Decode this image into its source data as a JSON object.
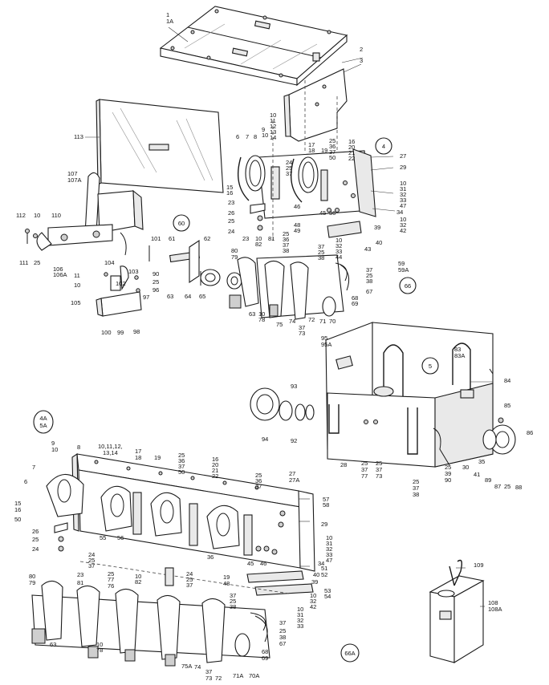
{
  "figure": {
    "labels": [
      {
        "id": "l1",
        "text": "1"
      },
      {
        "id": "l1a",
        "text": "1A"
      },
      {
        "id": "l2",
        "text": "2"
      },
      {
        "id": "l3",
        "text": "3"
      },
      {
        "id": "l113",
        "text": "113"
      },
      {
        "id": "l10a",
        "text": "10"
      },
      {
        "id": "l11a",
        "text": "11"
      },
      {
        "id": "l12a",
        "text": "12"
      },
      {
        "id": "l13a",
        "text": "13"
      },
      {
        "id": "l14a",
        "text": "14"
      },
      {
        "id": "l6a",
        "text": "6"
      },
      {
        "id": "l7a",
        "text": "7"
      },
      {
        "id": "l8a",
        "text": "8"
      },
      {
        "id": "l9a",
        "text": "9"
      },
      {
        "id": "l10b",
        "text": "10"
      },
      {
        "id": "l25a",
        "text": "25"
      },
      {
        "id": "l36a",
        "text": "36"
      },
      {
        "id": "l37a",
        "text": "37"
      },
      {
        "id": "l50a",
        "text": "50"
      },
      {
        "id": "l16a",
        "text": "16"
      },
      {
        "id": "l20a",
        "text": "20"
      },
      {
        "id": "l21a",
        "text": "21"
      },
      {
        "id": "l22a",
        "text": "22"
      },
      {
        "id": "l17a",
        "text": "17"
      },
      {
        "id": "l18a",
        "text": "18"
      },
      {
        "id": "l19a",
        "text": "19"
      },
      {
        "id": "l27a",
        "text": "27"
      },
      {
        "id": "l29a",
        "text": "29"
      },
      {
        "id": "l10c",
        "text": "10"
      },
      {
        "id": "l31a",
        "text": "31"
      },
      {
        "id": "l32a",
        "text": "32"
      },
      {
        "id": "l33a",
        "text": "33"
      },
      {
        "id": "l47a",
        "text": "47"
      },
      {
        "id": "l34a",
        "text": "34"
      },
      {
        "id": "l15a",
        "text": "15"
      },
      {
        "id": "l16b",
        "text": "16"
      },
      {
        "id": "l24a",
        "text": "24"
      },
      {
        "id": "l25b",
        "text": "25"
      },
      {
        "id": "l37b",
        "text": "37"
      },
      {
        "id": "l23a",
        "text": "23"
      },
      {
        "id": "l26a",
        "text": "26"
      },
      {
        "id": "l25c",
        "text": "25"
      },
      {
        "id": "l24b",
        "text": "24"
      },
      {
        "id": "l46a",
        "text": "46"
      },
      {
        "id": "l45a",
        "text": "45"
      },
      {
        "id": "l36b",
        "text": "36"
      },
      {
        "id": "l48a",
        "text": "48"
      },
      {
        "id": "l49a",
        "text": "49"
      },
      {
        "id": "l10d",
        "text": "10"
      },
      {
        "id": "l32b",
        "text": "32"
      },
      {
        "id": "l42a",
        "text": "42"
      },
      {
        "id": "l39a",
        "text": "39"
      },
      {
        "id": "l40a",
        "text": "40"
      },
      {
        "id": "l25d",
        "text": "25"
      },
      {
        "id": "l36c",
        "text": "36"
      },
      {
        "id": "l37c",
        "text": "37"
      },
      {
        "id": "l38a",
        "text": "38"
      },
      {
        "id": "l10e",
        "text": "10"
      },
      {
        "id": "l32c",
        "text": "32"
      },
      {
        "id": "l33b",
        "text": "33"
      },
      {
        "id": "l44a",
        "text": "44"
      },
      {
        "id": "l43a",
        "text": "43"
      },
      {
        "id": "l107",
        "text": "107"
      },
      {
        "id": "l107a",
        "text": "107A"
      },
      {
        "id": "l112",
        "text": "112"
      },
      {
        "id": "l10f",
        "text": "10"
      },
      {
        "id": "l110",
        "text": "110"
      },
      {
        "id": "l111",
        "text": "111"
      },
      {
        "id": "l25e",
        "text": "25"
      },
      {
        "id": "l106",
        "text": "106"
      },
      {
        "id": "l106a",
        "text": "106A"
      },
      {
        "id": "l101",
        "text": "101"
      },
      {
        "id": "l61",
        "text": "61"
      },
      {
        "id": "l62",
        "text": "62"
      },
      {
        "id": "l104",
        "text": "104"
      },
      {
        "id": "l103",
        "text": "103"
      },
      {
        "id": "l11b",
        "text": "11"
      },
      {
        "id": "l10g",
        "text": "10"
      },
      {
        "id": "l102",
        "text": "102"
      },
      {
        "id": "l90",
        "text": "90"
      },
      {
        "id": "l25f",
        "text": "25"
      },
      {
        "id": "l96",
        "text": "96"
      },
      {
        "id": "l97",
        "text": "97"
      },
      {
        "id": "l105",
        "text": "105"
      },
      {
        "id": "l100",
        "text": "100"
      },
      {
        "id": "l99",
        "text": "99"
      },
      {
        "id": "l98",
        "text": "98"
      },
      {
        "id": "l63a",
        "text": "63"
      },
      {
        "id": "l64",
        "text": "64"
      },
      {
        "id": "l65",
        "text": "65"
      },
      {
        "id": "l23b",
        "text": "23"
      },
      {
        "id": "l80a",
        "text": "80"
      },
      {
        "id": "l79a",
        "text": "79"
      },
      {
        "id": "l10h",
        "text": "10"
      },
      {
        "id": "l82a",
        "text": "82"
      },
      {
        "id": "l81a",
        "text": "81"
      },
      {
        "id": "l37d",
        "text": "37"
      },
      {
        "id": "l25g",
        "text": "25"
      },
      {
        "id": "l38b",
        "text": "38"
      },
      {
        "id": "l37e",
        "text": "37"
      },
      {
        "id": "l25h",
        "text": "25"
      },
      {
        "id": "l38c",
        "text": "38"
      },
      {
        "id": "l67a",
        "text": "67"
      },
      {
        "id": "l68a",
        "text": "68"
      },
      {
        "id": "l69a",
        "text": "69"
      },
      {
        "id": "l63b",
        "text": "63"
      },
      {
        "id": "l10i",
        "text": "10"
      },
      {
        "id": "l78a",
        "text": "78"
      },
      {
        "id": "l75a",
        "text": "75"
      },
      {
        "id": "l74a",
        "text": "74"
      },
      {
        "id": "l37f",
        "text": "37"
      },
      {
        "id": "l73a",
        "text": "73"
      },
      {
        "id": "l72a",
        "text": "72"
      },
      {
        "id": "l71a",
        "text": "71"
      },
      {
        "id": "l70a",
        "text": "70"
      },
      {
        "id": "l59",
        "text": "59"
      },
      {
        "id": "l59a",
        "text": "59A"
      },
      {
        "id": "l95",
        "text": "95"
      },
      {
        "id": "l95a",
        "text": "95A"
      },
      {
        "id": "l83",
        "text": "83"
      },
      {
        "id": "l83a",
        "text": "83A"
      },
      {
        "id": "l84",
        "text": "84"
      },
      {
        "id": "l93",
        "text": "93"
      },
      {
        "id": "l94",
        "text": "94"
      },
      {
        "id": "l92",
        "text": "92"
      },
      {
        "id": "l85",
        "text": "85"
      },
      {
        "id": "l86",
        "text": "86"
      },
      {
        "id": "l28",
        "text": "28"
      },
      {
        "id": "l25i",
        "text": "25"
      },
      {
        "id": "l37g",
        "text": "37"
      },
      {
        "id": "l77",
        "text": "77"
      },
      {
        "id": "l25j",
        "text": "25"
      },
      {
        "id": "l37h",
        "text": "37"
      },
      {
        "id": "l73b",
        "text": "73"
      },
      {
        "id": "l25k",
        "text": "25"
      },
      {
        "id": "l37i",
        "text": "37"
      },
      {
        "id": "l38d",
        "text": "38"
      },
      {
        "id": "l25l",
        "text": "25"
      },
      {
        "id": "l39b",
        "text": "39"
      },
      {
        "id": "l90b",
        "text": "90"
      },
      {
        "id": "l30",
        "text": "30"
      },
      {
        "id": "l35",
        "text": "35"
      },
      {
        "id": "l41",
        "text": "41"
      },
      {
        "id": "l89",
        "text": "89"
      },
      {
        "id": "l87",
        "text": "87"
      },
      {
        "id": "l25m",
        "text": "25"
      },
      {
        "id": "l88",
        "text": "88"
      },
      {
        "id": "l9b",
        "text": "9"
      },
      {
        "id": "l10j",
        "text": "10"
      },
      {
        "id": "l8b",
        "text": "8"
      },
      {
        "id": "l10k",
        "text": "10,11,12,"
      },
      {
        "id": "l13b",
        "text": "13,14"
      },
      {
        "id": "l17b",
        "text": "17"
      },
      {
        "id": "l18b",
        "text": "18"
      },
      {
        "id": "l19b",
        "text": "19"
      },
      {
        "id": "l25n",
        "text": "25"
      },
      {
        "id": "l36d",
        "text": "36"
      },
      {
        "id": "l37j",
        "text": "37"
      },
      {
        "id": "l50b",
        "text": "50"
      },
      {
        "id": "l16c",
        "text": "16"
      },
      {
        "id": "l20b",
        "text": "20"
      },
      {
        "id": "l21b",
        "text": "21"
      },
      {
        "id": "l22b",
        "text": "22"
      },
      {
        "id": "l25o",
        "text": "25"
      },
      {
        "id": "l36e",
        "text": "36"
      },
      {
        "id": "l37k",
        "text": "37"
      },
      {
        "id": "l27b",
        "text": "27"
      },
      {
        "id": "l27c",
        "text": "27A"
      },
      {
        "id": "l7b",
        "text": "7"
      },
      {
        "id": "l6b",
        "text": "6"
      },
      {
        "id": "l15b",
        "text": "15"
      },
      {
        "id": "l16d",
        "text": "16"
      },
      {
        "id": "l50c",
        "text": "50"
      },
      {
        "id": "l57",
        "text": "57"
      },
      {
        "id": "l58",
        "text": "58"
      },
      {
        "id": "l29b",
        "text": "29"
      },
      {
        "id": "l26b",
        "text": "26"
      },
      {
        "id": "l25p",
        "text": "25"
      },
      {
        "id": "l24c",
        "text": "24"
      },
      {
        "id": "l55",
        "text": "55"
      },
      {
        "id": "l56",
        "text": "56"
      },
      {
        "id": "l24d",
        "text": "24"
      },
      {
        "id": "l25q",
        "text": "25"
      },
      {
        "id": "l37l",
        "text": "37"
      },
      {
        "id": "l10l",
        "text": "10"
      },
      {
        "id": "l31b",
        "text": "31"
      },
      {
        "id": "l32d",
        "text": "32"
      },
      {
        "id": "l33c",
        "text": "33"
      },
      {
        "id": "l47b",
        "text": "47"
      },
      {
        "id": "l36f",
        "text": "36"
      },
      {
        "id": "l45b",
        "text": "45"
      },
      {
        "id": "l46b",
        "text": "46"
      },
      {
        "id": "l34b",
        "text": "34"
      },
      {
        "id": "l24e",
        "text": "24"
      },
      {
        "id": "l25r",
        "text": "25"
      },
      {
        "id": "l37m",
        "text": "37"
      },
      {
        "id": "l51",
        "text": "51"
      },
      {
        "id": "l52",
        "text": "52"
      },
      {
        "id": "l19c",
        "text": "19"
      },
      {
        "id": "l48b",
        "text": "48"
      },
      {
        "id": "l40b",
        "text": "40"
      },
      {
        "id": "l39c",
        "text": "39"
      },
      {
        "id": "l53",
        "text": "53"
      },
      {
        "id": "l54",
        "text": "54"
      },
      {
        "id": "l10m",
        "text": "10"
      },
      {
        "id": "l32e",
        "text": "32"
      },
      {
        "id": "l42b",
        "text": "42"
      },
      {
        "id": "l10n",
        "text": "10"
      },
      {
        "id": "l31c",
        "text": "31"
      },
      {
        "id": "l32f",
        "text": "32"
      },
      {
        "id": "l33d",
        "text": "33"
      },
      {
        "id": "l80b",
        "text": "80"
      },
      {
        "id": "l79b",
        "text": "79"
      },
      {
        "id": "l23c",
        "text": "23"
      },
      {
        "id": "l81b",
        "text": "81"
      },
      {
        "id": "l25s",
        "text": "25"
      },
      {
        "id": "l77b",
        "text": "77"
      },
      {
        "id": "l76",
        "text": "76"
      },
      {
        "id": "l10o",
        "text": "10"
      },
      {
        "id": "l82b",
        "text": "82"
      },
      {
        "id": "l37n",
        "text": "37"
      },
      {
        "id": "l25t",
        "text": "25"
      },
      {
        "id": "l38e",
        "text": "38"
      },
      {
        "id": "l37o",
        "text": "37"
      },
      {
        "id": "l25u",
        "text": "25"
      },
      {
        "id": "l38f",
        "text": "38"
      },
      {
        "id": "l67b",
        "text": "67"
      },
      {
        "id": "l68b",
        "text": "68"
      },
      {
        "id": "l69b",
        "text": "69"
      },
      {
        "id": "l63c",
        "text": "63"
      },
      {
        "id": "l10p",
        "text": "10"
      },
      {
        "id": "l78b",
        "text": "78"
      },
      {
        "id": "l75b",
        "text": "75A"
      },
      {
        "id": "l74b",
        "text": "74"
      },
      {
        "id": "l37p",
        "text": "37"
      },
      {
        "id": "l73c",
        "text": "73"
      },
      {
        "id": "l72b",
        "text": "72"
      },
      {
        "id": "l71b",
        "text": "71A"
      },
      {
        "id": "l70b",
        "text": "70A"
      },
      {
        "id": "l109",
        "text": "109"
      },
      {
        "id": "l108",
        "text": "108"
      },
      {
        "id": "l108a",
        "text": "108A"
      }
    ],
    "callouts": [
      {
        "id": "c4",
        "text": "4"
      },
      {
        "id": "c60",
        "text": "60"
      },
      {
        "id": "c66",
        "text": "66"
      },
      {
        "id": "c5",
        "text": "5"
      },
      {
        "id": "c4a",
        "text": "4A"
      },
      {
        "id": "c5a",
        "text": "5A"
      },
      {
        "id": "c66a",
        "text": "66A"
      }
    ]
  }
}
